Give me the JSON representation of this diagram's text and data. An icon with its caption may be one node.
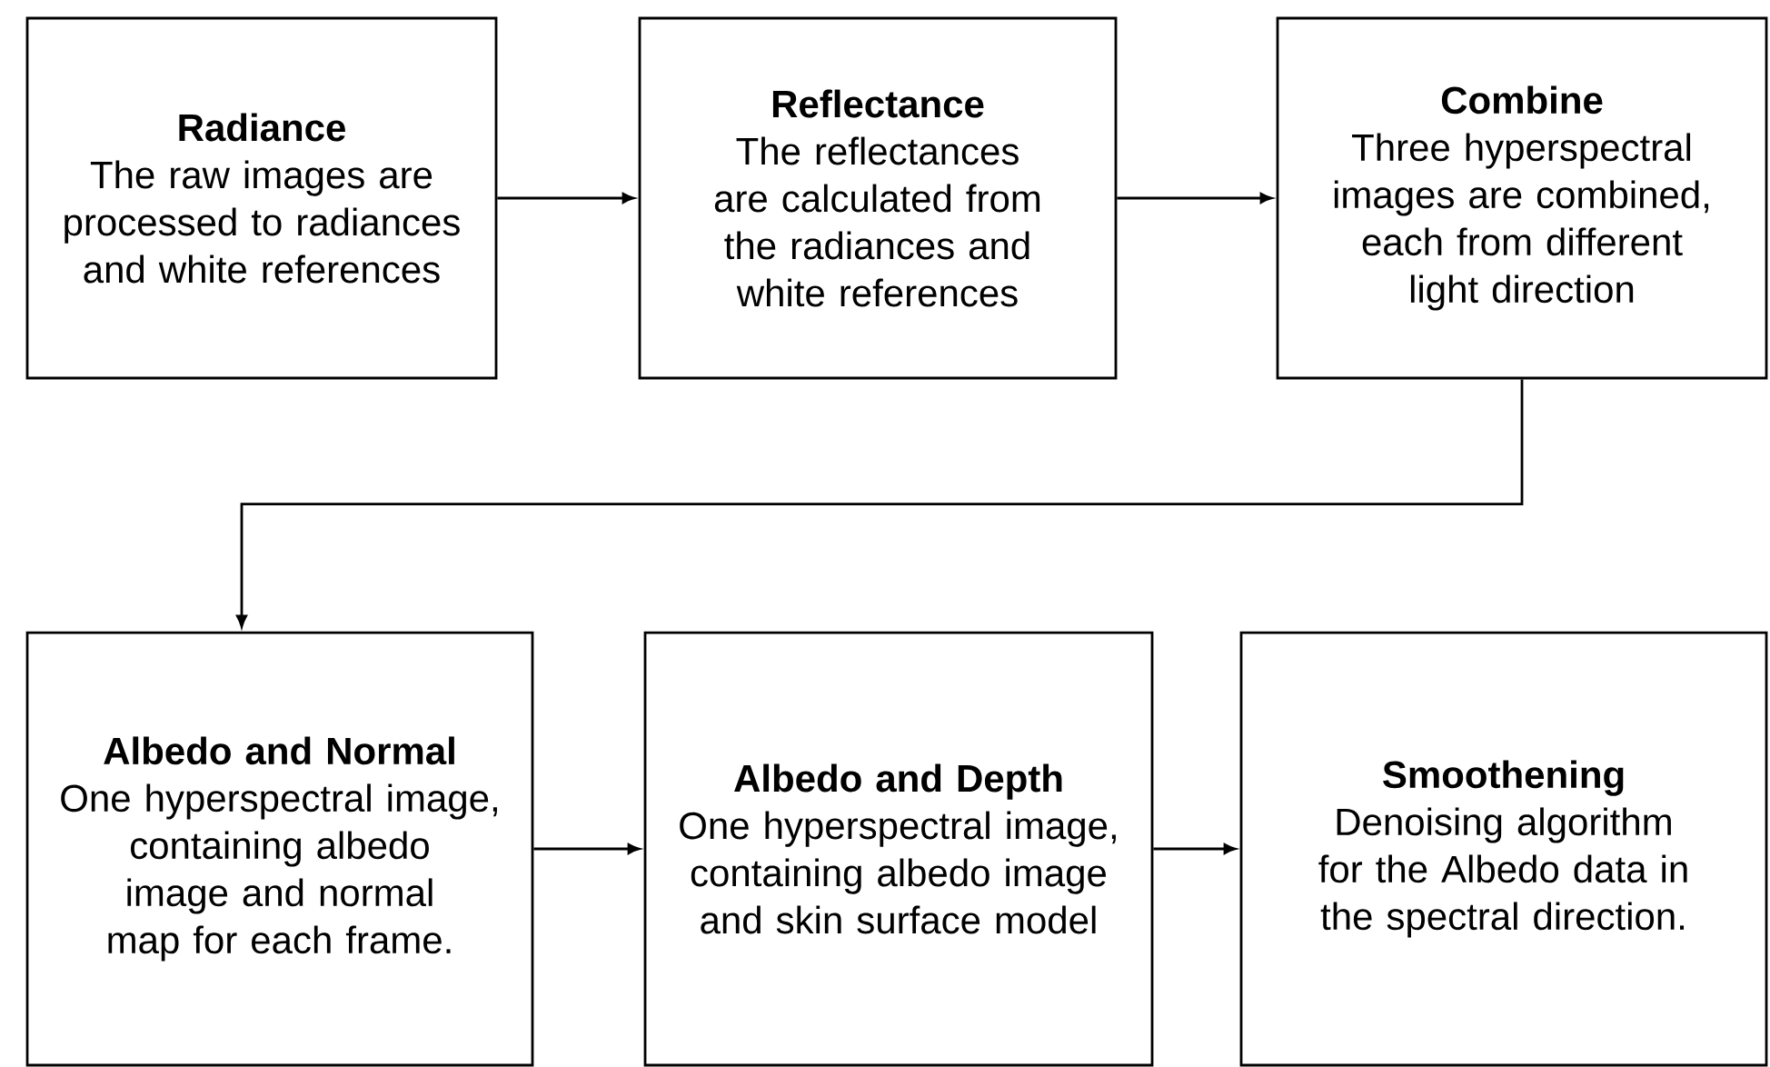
{
  "diagram": {
    "nodes": [
      {
        "text": [
          "Radiance",
          "The raw images are processed to radiances and white references"
        ]
      },
      {
        "text": [
          "Reflectance",
          "The reflectances are calculated from the radiances and white references"
        ]
      },
      {
        "text": [
          "Combine",
          "Three hyperspectral images are combined, each from different light direction"
        ]
      },
      {
        "text": [
          "Albedo and Normal",
          "One hyperspectral image, containing albedo image and normal map for each frame."
        ]
      },
      {
        "text": [
          "Albedo and Depth",
          "One hyperspectral image, containing albedo image and skin surface model"
        ]
      },
      {
        "text": [
          "Smoothening",
          "Denoising algorithm for the Albedo data in the spectral direction."
        ]
      }
    ],
    "edges": [
      {
        "from": 0,
        "to": 1,
        "arrow": "to"
      },
      {
        "from": 1,
        "to": 2,
        "arrow": "to"
      },
      {
        "from": 2,
        "to": 3,
        "arrow": "to"
      },
      {
        "from": 3,
        "to": 4,
        "arrow": "to"
      },
      {
        "from": 4,
        "to": 5,
        "arrow": "to"
      }
    ]
  }
}
